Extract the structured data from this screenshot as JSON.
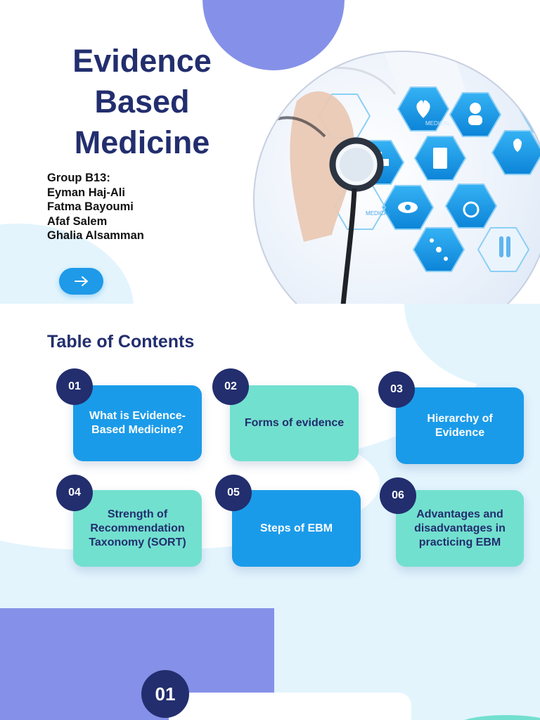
{
  "title_slide": {
    "title_lines": [
      "Evidence",
      "Based",
      "Medicine"
    ],
    "group": {
      "label": "Group B13:",
      "members": [
        "Eyman Haj-Ali",
        "Fatma Bayoumi",
        "Afaf Salem",
        "Ghalia Alsamman"
      ]
    },
    "next_icon": "arrow-right-icon",
    "hero_image_text": [
      "MEDICAL",
      "MEDICAL"
    ]
  },
  "toc": {
    "title": "Table of Contents",
    "items": [
      {
        "num": "01",
        "label": "What is Evidence-Based Medicine?",
        "style": "blue"
      },
      {
        "num": "02",
        "label": "Forms of evidence",
        "style": "mint"
      },
      {
        "num": "03",
        "label": "Hierarchy of Evidence",
        "style": "blue"
      },
      {
        "num": "04",
        "label": "Strength of Recommendation Taxonomy (SORT)",
        "style": "mint"
      },
      {
        "num": "05",
        "label": "Steps of EBM",
        "style": "blue"
      },
      {
        "num": "06",
        "label": "Advantages and disadvantages in practicing EBM",
        "style": "mint"
      }
    ]
  },
  "section_slide": {
    "number": "01"
  },
  "colors": {
    "navy": "#222e6e",
    "blue": "#1a9be9",
    "mint": "#72e0cf",
    "purple": "#8591e8",
    "light_blue": "#e3f4fd"
  }
}
